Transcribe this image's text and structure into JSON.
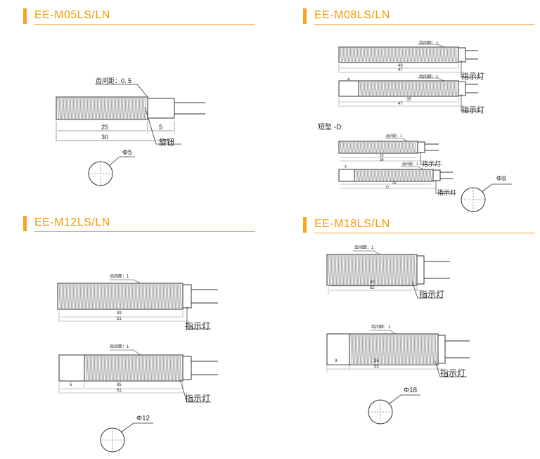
{
  "sections": [
    {
      "title": "EE-M05LS/LN",
      "tooth_pitch": "齿间距：0. 5",
      "dims": [
        "25",
        "5",
        "30"
      ],
      "knob": "旋钮",
      "diameter": "Φ5"
    },
    {
      "title": "EE-M08LS/LN",
      "tooth_pitch": "齿间距：1",
      "dims_a": [
        "40",
        "47"
      ],
      "dims_b": [
        "4",
        "35",
        "47"
      ],
      "indicator": "指示灯",
      "short_type": "短型 -D:",
      "dims_c": [
        "25",
        "30"
      ],
      "dims_d": [
        "4",
        "26",
        "37"
      ],
      "diameter": "Φ8"
    },
    {
      "title": "EE-M12LS/LN",
      "tooth_pitch": "齿间距：1",
      "dims_a": [
        "39",
        "51"
      ],
      "dims_b": [
        "5",
        "35",
        "51"
      ],
      "indicator": "指示灯",
      "diameter": "Φ12"
    },
    {
      "title": "EE-M18LS/LN",
      "tooth_pitch": "齿间距：1",
      "dims_a": [
        "40",
        "52"
      ],
      "dims_b": [
        "9",
        "35",
        "55"
      ],
      "indicator": "指示灯",
      "diameter": "Φ18"
    }
  ]
}
